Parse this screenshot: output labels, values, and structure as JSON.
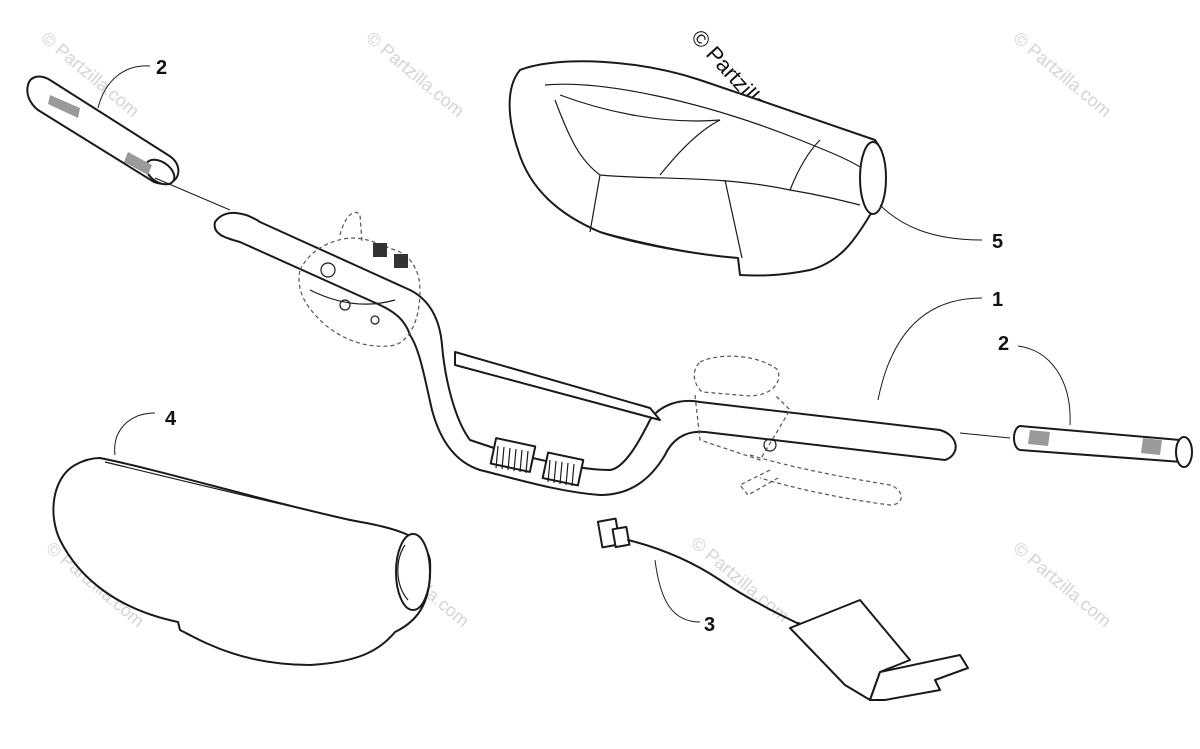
{
  "copyright": "© Partzilla.com",
  "watermark": "© Partzilla.com",
  "callouts": {
    "handlebar": "1",
    "grip_left": "2",
    "grip_right": "2",
    "harness": "3",
    "pad_lower": "4",
    "pad_upper": "5"
  }
}
